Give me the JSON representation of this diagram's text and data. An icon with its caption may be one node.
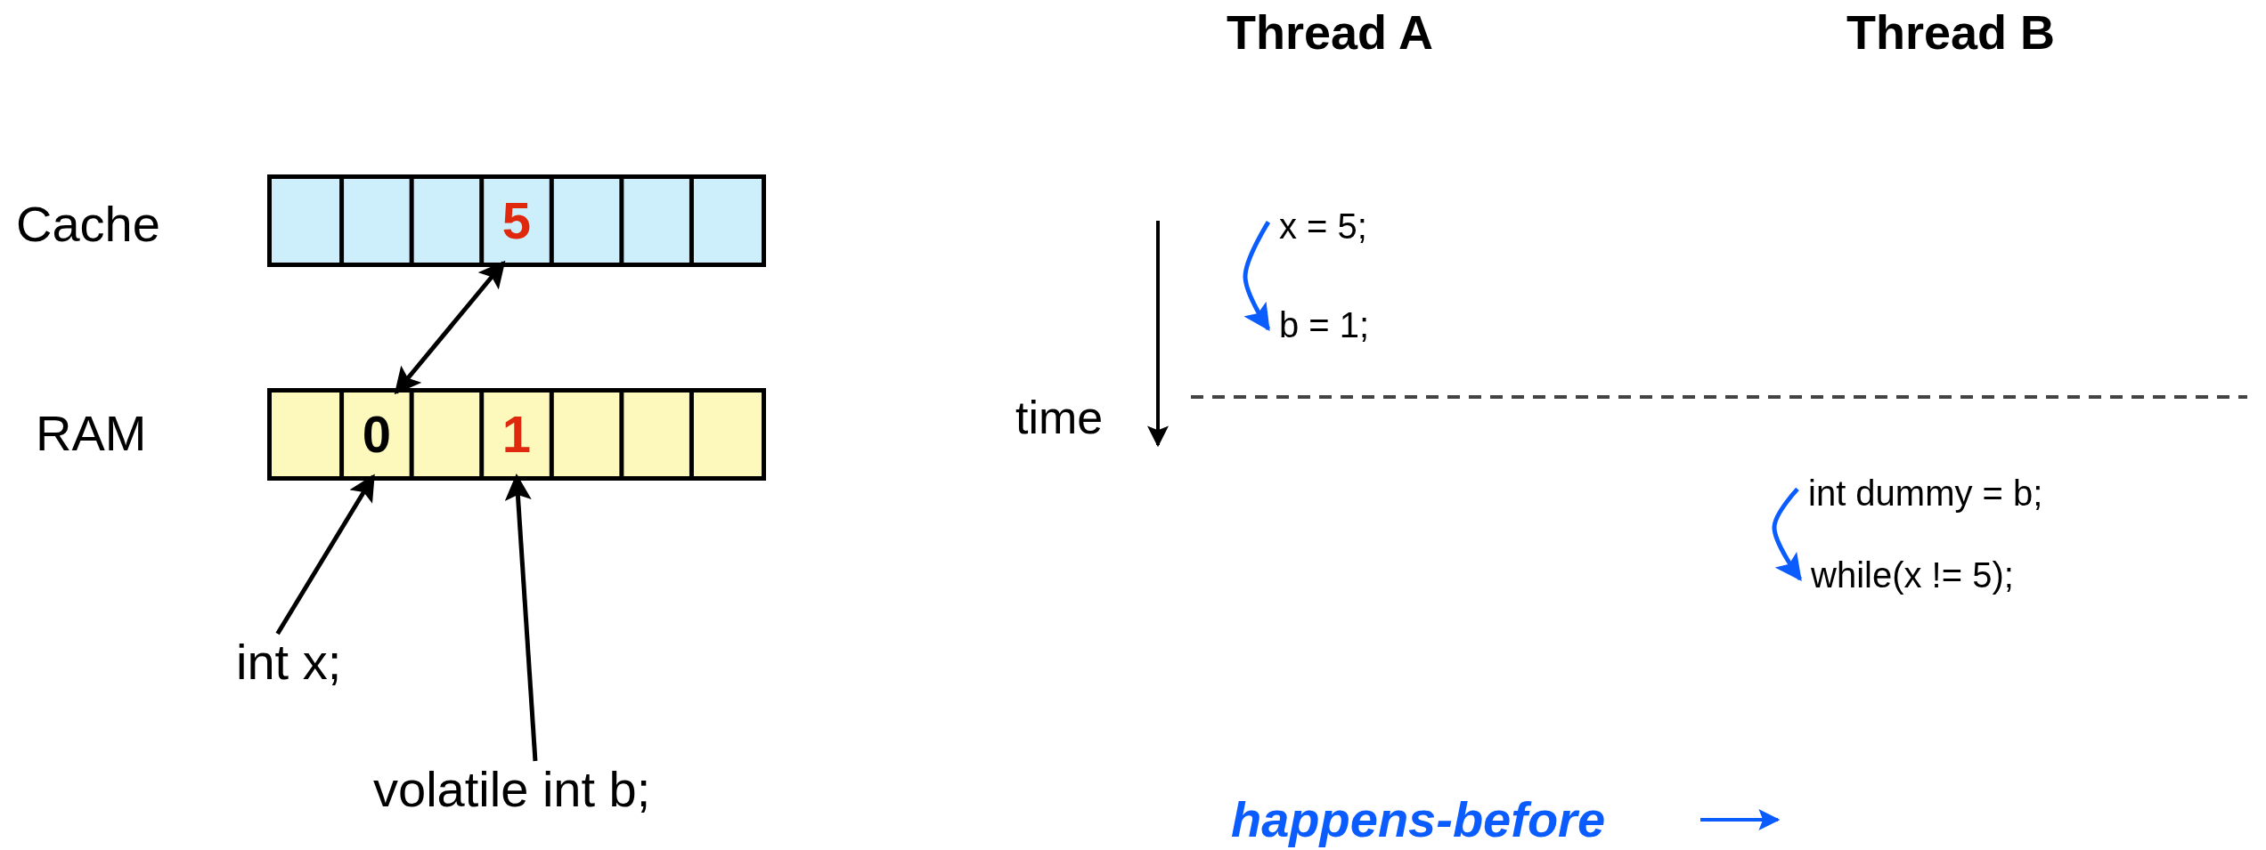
{
  "diagram": {
    "nodes": [
      {
        "text": [],
        "shape": "bar"
      },
      {
        "text": [
          "5"
        ],
        "in": 0
      },
      {
        "text": [],
        "shape": "bar"
      },
      {
        "text": [
          "0"
        ],
        "in": 2
      },
      {
        "text": [
          "1"
        ],
        "in": 2
      },
      {
        "text": [
          "int x;"
        ]
      },
      {
        "text": [
          "volatile int b;"
        ]
      },
      {
        "text": [
          "x = 5;"
        ]
      },
      {
        "text": [
          "b = 1;"
        ]
      },
      {
        "text": [
          "int dummy = b;"
        ]
      },
      {
        "text": [
          "while(x != 5);"
        ]
      }
    ],
    "edges": [
      {
        "from": 1,
        "to": 3,
        "arrow": "both"
      },
      {
        "from": 5,
        "to": 3,
        "arrow": "to"
      },
      {
        "from": 6,
        "to": 4,
        "arrow": "to"
      },
      {
        "from": 7,
        "to": 8,
        "arrow": "to",
        "color": "#0a5cff"
      },
      {
        "from": 9,
        "to": 10,
        "arrow": "to",
        "color": "#0a5cff"
      }
    ],
    "labels": [
      "Thread A",
      "Thread B",
      "Cache",
      "RAM",
      "time"
    ],
    "legend": [
      {
        "text": "happens-before"
      }
    ]
  }
}
